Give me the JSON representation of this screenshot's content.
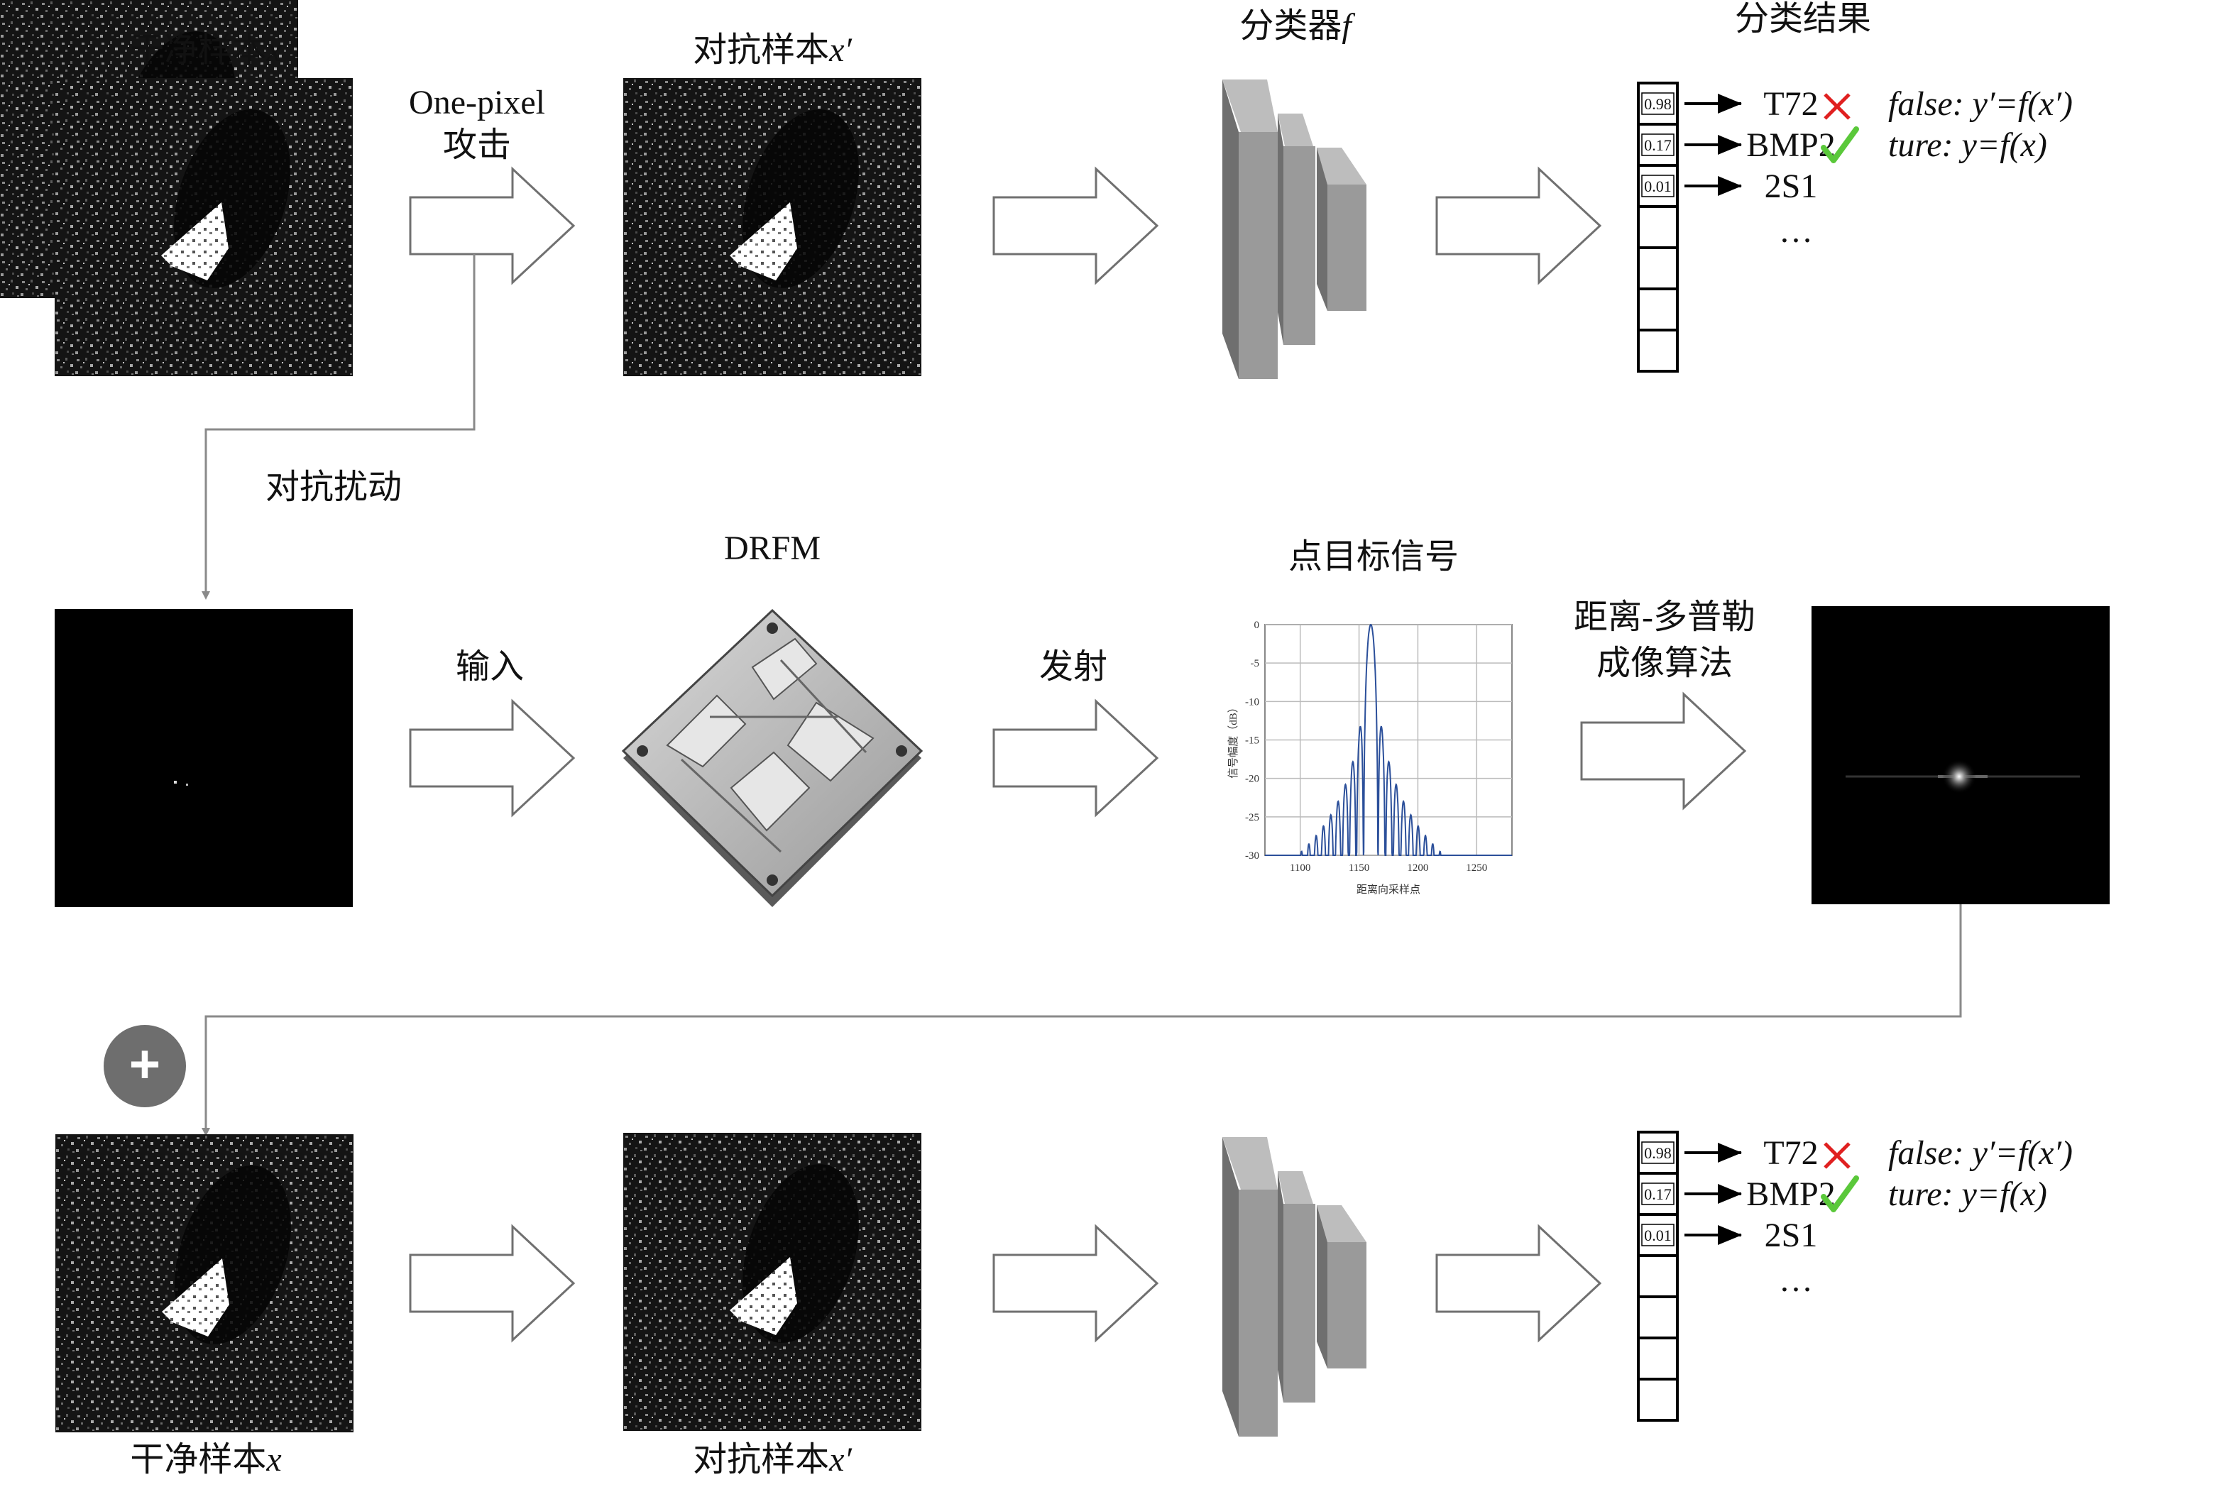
{
  "row1": {
    "clean_label": "干净样本",
    "clean_var": "x",
    "attack_label_line1": "One-pixel",
    "attack_label_line2": "攻击",
    "adv_label": "对抗样本",
    "adv_var": "x′",
    "classifier_label": "分类器",
    "classifier_var": "f",
    "result_title": "分类结果"
  },
  "perturbation_label": "对抗扰动",
  "row2": {
    "input_label": "输入",
    "drfm_label": "DRFM",
    "transmit_label": "发射",
    "signal_label": "点目标信号",
    "imaging_line1": "距离-多普勒",
    "imaging_line2": "成像算法"
  },
  "row3": {
    "clean_label": "干净样本",
    "clean_var": "x",
    "adv_label": "对抗样本",
    "adv_var": "x′"
  },
  "results": [
    {
      "prob": "0.98",
      "cls": "T72",
      "mark": "cross"
    },
    {
      "prob": "0.17",
      "cls": "BMP2",
      "mark": "check"
    },
    {
      "prob": "0.01",
      "cls": "2S1",
      "mark": ""
    }
  ],
  "ellipsis": "…",
  "false_eq": "false:  y′=f(x′)",
  "true_eq": "ture:  y=f(x)",
  "plus_symbol": "+",
  "colors": {
    "arrow_stroke": "#707070",
    "connector": "#8a8a8a",
    "classifier_gray": "#9a9a9a",
    "cross": "#e02020",
    "check": "#5ac83a",
    "plot_line": "#2b4f9a"
  },
  "chart_data": {
    "type": "line",
    "ylabel": "信号幅度（dB）",
    "xlabel": "距离向采样点",
    "x_ticks": [
      1100,
      1150,
      1200,
      1250
    ],
    "y_ticks": [
      0,
      -5,
      -10,
      -15,
      -20,
      -25,
      -30
    ],
    "xlim": [
      1070,
      1280
    ],
    "ylim": [
      -30,
      0
    ],
    "peak_x": 1160
  }
}
